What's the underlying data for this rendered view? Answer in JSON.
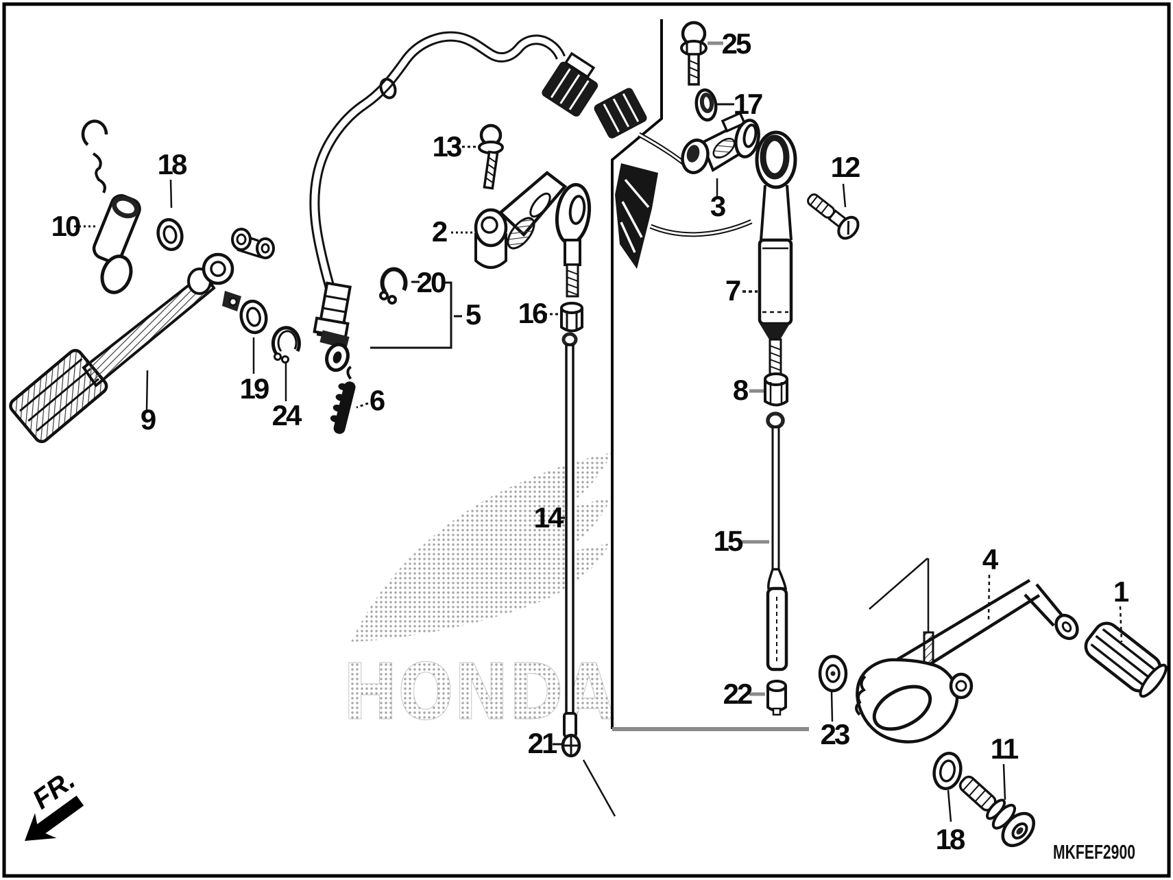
{
  "diagram": {
    "code": "MKFEF2900",
    "front_marker": "FR.",
    "watermark_text": "HONDA",
    "labels": {
      "n1": "1",
      "n2": "2",
      "n3": "3",
      "n4": "4",
      "n5": "5",
      "n6": "6",
      "n7": "7",
      "n8": "8",
      "n9": "9",
      "n10": "10",
      "n11": "11",
      "n12": "12",
      "n13": "13",
      "n14": "14",
      "n15": "15",
      "n16": "16",
      "n17": "17",
      "n18a": "18",
      "n18b": "18",
      "n19": "19",
      "n20": "20",
      "n21": "21",
      "n22": "22",
      "n23": "23",
      "n24": "24",
      "n25": "25"
    },
    "colors": {
      "line": "#111111",
      "gray_leader": "#8a8a8a",
      "halftone": "#9a9a9a"
    }
  }
}
